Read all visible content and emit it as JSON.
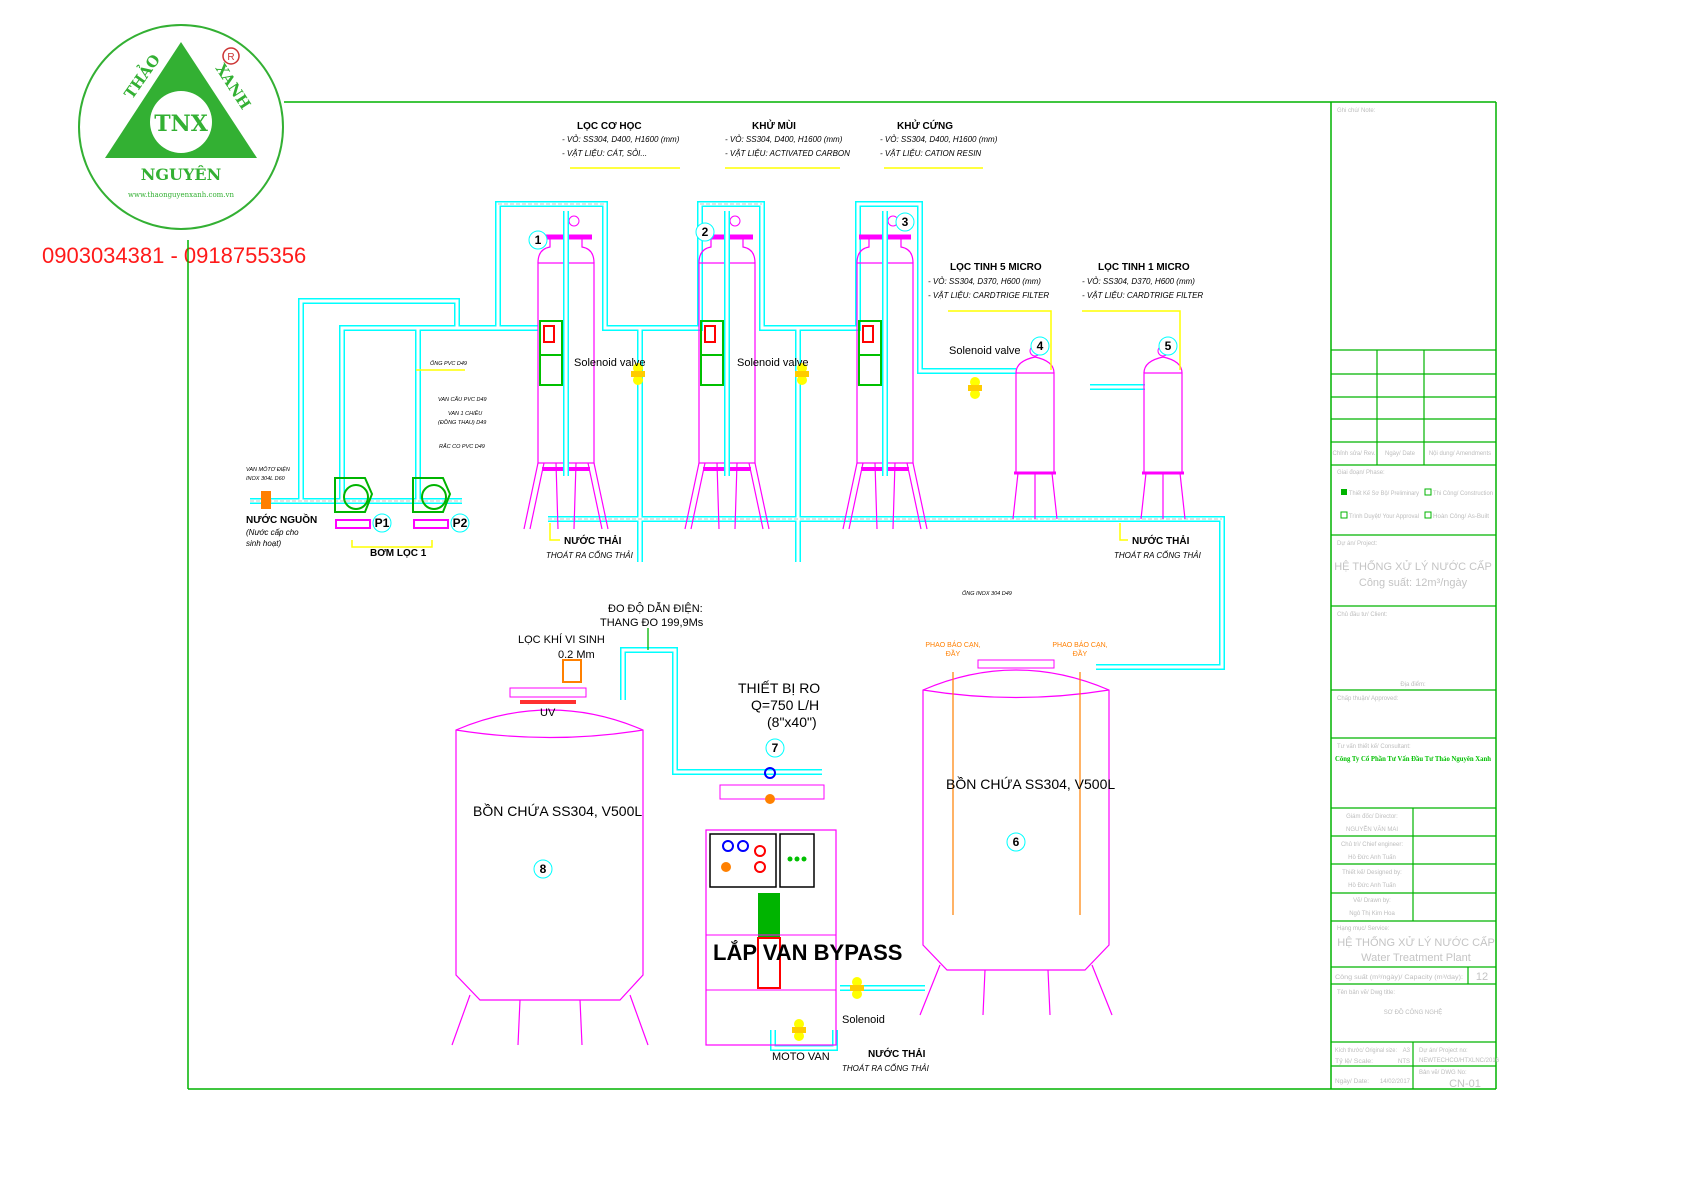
{
  "logo": {
    "abbreviation": "TNX",
    "word_left": "THẢO",
    "word_right": "XANH",
    "word_bottom": "NGUYÊN",
    "registered_mark": "®",
    "brand_color": "#33b033"
  },
  "phone": "0903034381 - 0918755356",
  "filters": [
    {
      "number": "1",
      "title": "LỌC CƠ HỌC",
      "spec_shell": "- VỎ: SS304, D400, H1600 (mm)",
      "spec_material": "- VẬT LIỆU: CÁT, SỎI..."
    },
    {
      "number": "2",
      "title": "KHỬ MÙI",
      "spec_shell": "- VỎ: SS304, D400, H1600 (mm)",
      "spec_material": "- VẬT LIỆU: ACTIVATED CARBON"
    },
    {
      "number": "3",
      "title": "KHỬ CỨNG",
      "spec_shell": "- VỎ: SS304, D400, H1600 (mm)",
      "spec_material": "- VẬT LIỆU: CATION RESIN"
    },
    {
      "number": "4",
      "title": "LỌC TINH 5 MICRO",
      "spec_shell": "- VỎ: SS304, D370, H600 (mm)",
      "spec_material": "- VẬT LIỆU: CARDTRIGE FILTER"
    },
    {
      "number": "5",
      "title": "LỌC TINH 1 MICRO",
      "spec_shell": "- VỎ: SS304, D370, H600 (mm)",
      "spec_material": "- VẬT LIỆU: CARDTRIGE FILTER"
    }
  ],
  "annotations": {
    "pipe_pvc": "ỐNG PVC D49",
    "ball_valve": "VAN CẦU PVC D49",
    "check_valve_1": "VAN 1 CHIỀU",
    "check_valve_2": "(ĐỒNG THAU) D49",
    "union": "RẮC CO PVC D49",
    "motor_valve_1": "VAN MÔTƠ ĐIỆN",
    "motor_valve_2": "INOX 304L D60",
    "source_title": "NƯỚC NGUỒN",
    "source_sub_1": "(Nước cấp cho",
    "source_sub_2": "sinh hoạt)",
    "pump_1": "P1",
    "pump_2": "P2",
    "pump_group": "BƠM LỌC 1",
    "solenoid_valve": "Solenoid valve",
    "waste_title": "NƯỚC THẢI",
    "waste_sub": "THOÁT RA CỐNG THẢI",
    "pipe_inox": "ỐNG INOX 304 D49",
    "float_switch_1": "PHAO BÁO CẠN,",
    "float_switch_2": "ĐẦY",
    "conductivity_1": "ĐO ĐỘ DẪN ĐIỆN:",
    "conductivity_2": "THANG ĐO 199,9Ms",
    "air_filter_1": "LỌC KHÍ VI SINH",
    "air_filter_2": "0.2 Mm",
    "uv": "UV",
    "ro_title": "THIẾT BỊ RO",
    "ro_flow": "Q=750 L/H",
    "ro_size": "(8\"x40\")",
    "ro_number": "7",
    "bypass": "LẮP VAN BYPASS",
    "solenoid": "Solenoid",
    "moto_valve": "MOTO VAN"
  },
  "tanks": [
    {
      "number": "8",
      "label": "BỒN CHỨA SS304, V500L"
    },
    {
      "number": "6",
      "label": "BỒN CHỨA SS304, V500L"
    }
  ],
  "title_block": {
    "note": "Ghi chú/ Note:",
    "rev": "Chỉnh sửa/ Rev.",
    "date_col": "Ngày/ Date",
    "amend": "Nội dung/ Amendments",
    "phase": "Giai đoạn/ Phase:",
    "phase_options": [
      {
        "label": "Thiết Kế Sơ Bộ/ Preliminary",
        "checked": true
      },
      {
        "label": "Thi Công/ Construction",
        "checked": false
      },
      {
        "label": "Trình Duyệt/ Your Approval",
        "checked": false
      },
      {
        "label": "Hoàn Công/ As-Built",
        "checked": false
      }
    ],
    "project_label": "Dự án/ Project:",
    "project_name": "HỆ THỐNG XỬ LÝ NƯỚC CẤP",
    "project_capacity": "Công suất: 12m³/ngày",
    "client_label": "Chủ đầu tư/ Client:",
    "location": "Địa điểm:",
    "approved": "Chấp thuận/ Approved:",
    "consultant_label": "Tư vấn thiết kế/ Consultant:",
    "consultant_name": "Công Ty Cổ Phần Tư Vấn Đầu Tư Thảo Nguyên Xanh",
    "people": [
      {
        "role": "Giám đốc/ Director:",
        "name": "NGUYỄN VĂN MAI"
      },
      {
        "role": "Chủ trì/ Chief engineer:",
        "name": "Hồ Đức Anh Tuấn"
      },
      {
        "role": "Thiết kế/ Designed by:",
        "name": "Hồ Đức Anh Tuấn"
      },
      {
        "role": "Vẽ/ Drawn by:",
        "name": "Ngô Thị Kim Hoa"
      }
    ],
    "service_label": "Hạng mục/ Service:",
    "service_vn": "HỆ THỐNG XỬ LÝ NƯỚC CẤP",
    "service_en": "Water Treatment Plant",
    "capacity_label": "Công suất (m³/ngày)/ Capacity (m³/day):",
    "capacity_value": "12",
    "dwg_title_label": "Tên bản vẽ/ Dwg title:",
    "dwg_title": "SƠ ĐỒ CÔNG NGHỆ",
    "size_label": "Kích thước/ Original size:",
    "size_value": "A3",
    "scale_label": "Tỷ lệ/ Scale:",
    "scale_value": "NTS",
    "date_label": "Ngày/ Date:",
    "date_value": "14/02/2017",
    "project_no_label": "Dự án/ Project no:",
    "project_no": "NEWTECHCO/HTXLNC/2016",
    "dwg_no_label": "Bản vẽ/ DWG No:",
    "dwg_no": "CN-01"
  }
}
